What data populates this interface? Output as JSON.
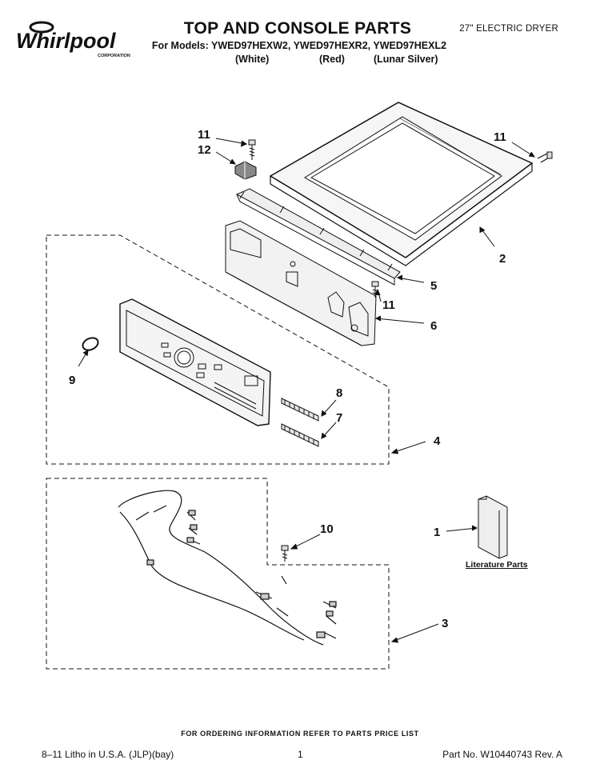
{
  "header": {
    "brand": "Whirlpool",
    "brand_sub": "CORPORATION",
    "title": "TOP AND CONSOLE PARTS",
    "models_line": "For Models: YWED97HEXW2, YWED97HEXR2, YWED97HEXL2",
    "variants": [
      "(White)",
      "(Red)",
      "(Lunar Silver)"
    ],
    "product": "27\" ELECTRIC DRYER"
  },
  "callouts": {
    "c1": "1",
    "c2": "2",
    "c3": "3",
    "c4": "4",
    "c5": "5",
    "c6": "6",
    "c7": "7",
    "c8": "8",
    "c9": "9",
    "c10": "10",
    "c11a": "11",
    "c11b": "11",
    "c11c": "11",
    "c12": "12"
  },
  "literature_label": "Literature Parts",
  "footer": {
    "ordering": "FOR ORDERING INFORMATION REFER TO PARTS PRICE LIST",
    "litho": "8–11 Litho in U.S.A. (JLP)(bay)",
    "page": "1",
    "part_no": "Part No. W10440743 Rev. A"
  }
}
